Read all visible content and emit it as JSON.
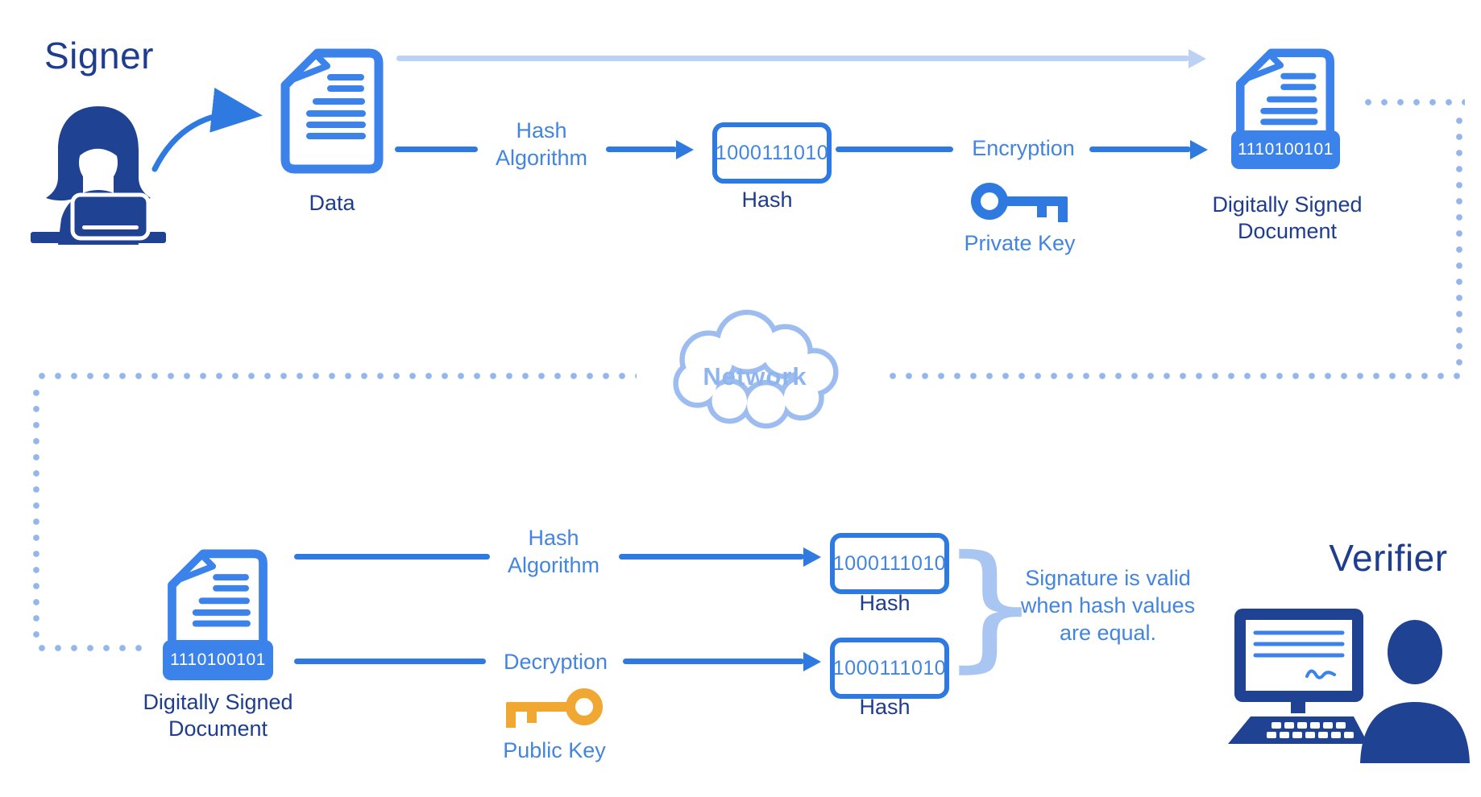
{
  "signer": {
    "title": "Signer",
    "data_label": "Data",
    "hash_algorithm_label": "Hash\nAlgorithm",
    "hash_value": "1000111010",
    "hash_label": "Hash",
    "encryption_label": "Encryption",
    "private_key_label": "Private Key",
    "signed_doc_value": "1110100101",
    "signed_doc_label": "Digitally Signed\nDocument"
  },
  "network": {
    "label": "Network"
  },
  "verifier": {
    "title": "Verifier",
    "signed_doc_value": "1110100101",
    "signed_doc_label": "Digitally Signed\nDocument",
    "hash_algorithm_label": "Hash\nAlgorithm",
    "decryption_label": "Decryption",
    "public_key_label": "Public Key",
    "hash_top_value": "1000111010",
    "hash_top_label": "Hash",
    "hash_bottom_value": "1000111010",
    "hash_bottom_label": "Hash",
    "brace_glyph": "}",
    "validity_note": "Signature is valid\nwhen hash values\nare equal."
  },
  "colors": {
    "dark_navy": "#1e3d8f",
    "icon_navy": "#1f4293",
    "primary_blue": "#2e7ae0",
    "icon_blue": "#3b82ea",
    "text_blue": "#4285e0",
    "pale_arrow": "#bcd1f4",
    "dot_blue": "#93b6ee",
    "cloud_blue": "#9dbcf0",
    "network_text": "#8fb5ee",
    "brace_blue": "#a9c6f2",
    "key_orange": "#f0a832"
  }
}
